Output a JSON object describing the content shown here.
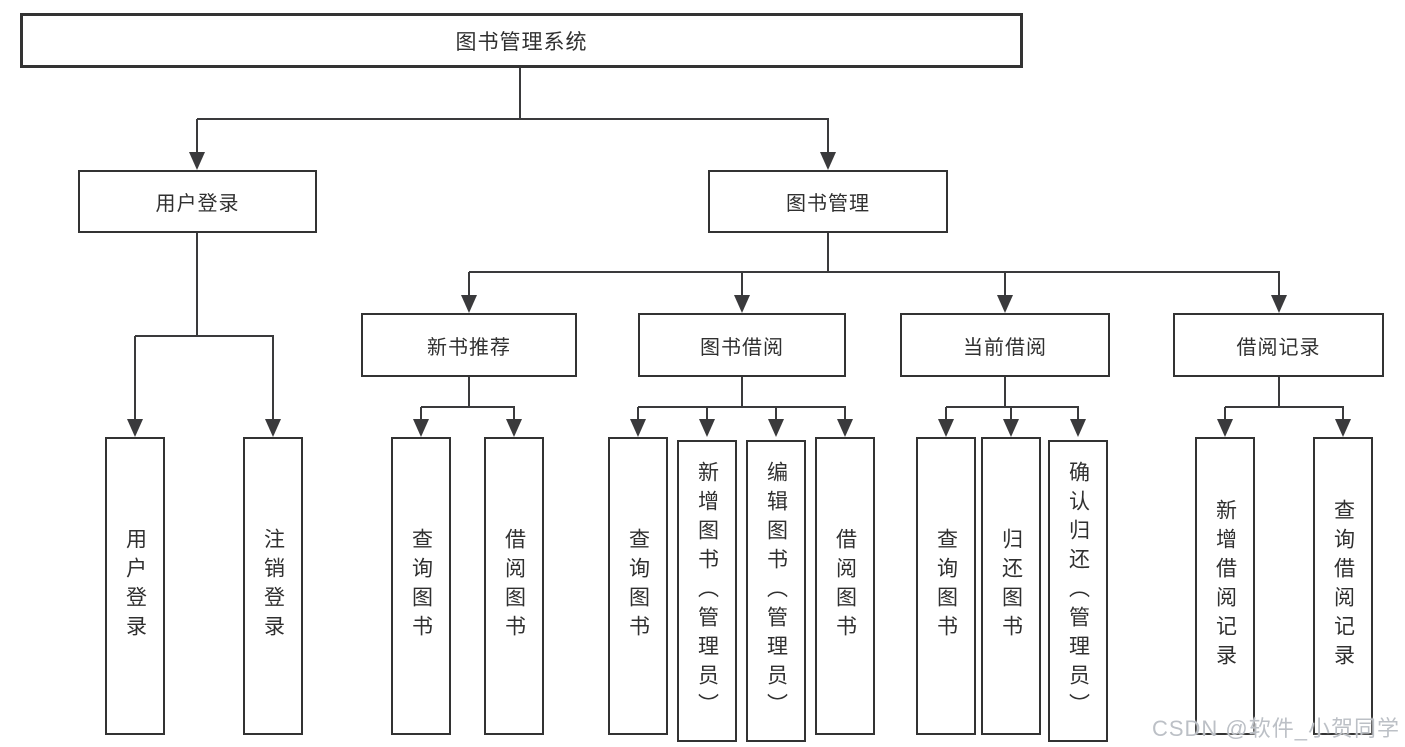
{
  "diagram_title": "图书管理系统",
  "nodes": {
    "root": {
      "label": "图书管理系统"
    },
    "user_login": {
      "label": "用户登录"
    },
    "book_management": {
      "label": "图书管理"
    },
    "new_book_recommend": {
      "label": "新书推荐"
    },
    "book_borrowing": {
      "label": "图书借阅"
    },
    "current_borrowing": {
      "label": "当前借阅"
    },
    "borrowing_records": {
      "label": "借阅记录"
    },
    "leaf_user_login": {
      "label": "用户登录"
    },
    "leaf_logout": {
      "label": "注销登录"
    },
    "leaf_query_books_recommend": {
      "label": "查询图书"
    },
    "leaf_borrow_books_recommend": {
      "label": "借阅图书"
    },
    "leaf_query_books_borrowing": {
      "label": "查询图书"
    },
    "leaf_add_books_admin": {
      "label": "新增图书（管理员）"
    },
    "leaf_edit_books_admin": {
      "label": "编辑图书（管理员）"
    },
    "leaf_borrow_books_borrowing": {
      "label": "借阅图书"
    },
    "leaf_query_books_current": {
      "label": "查询图书"
    },
    "leaf_return_books": {
      "label": "归还图书"
    },
    "leaf_confirm_return_admin": {
      "label": "确认归还（管理员）"
    },
    "leaf_add_borrow_record": {
      "label": "新增借阅记录"
    },
    "leaf_query_borrow_record": {
      "label": "查询借阅记录"
    }
  },
  "watermark": {
    "text": "CSDN @软件_小贺同学"
  },
  "colors": {
    "line": "#3a3a3c",
    "box-border": "#333333",
    "text": "#303030",
    "watermark": "#bcc0c6",
    "background": "#ffffff"
  }
}
